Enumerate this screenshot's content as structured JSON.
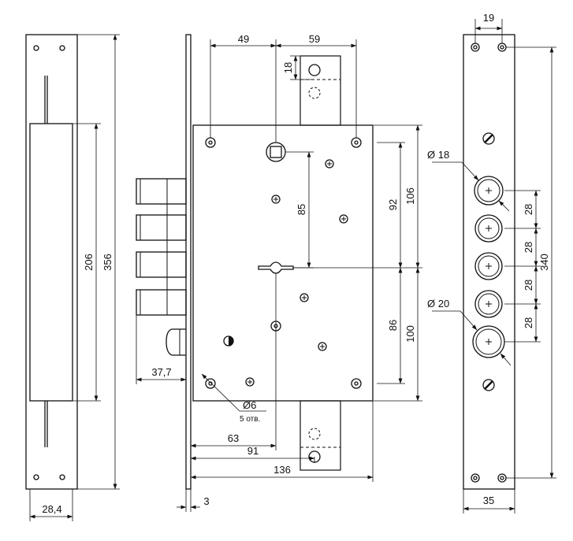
{
  "left_view": {
    "height": "356",
    "inner_height": "206",
    "width": "28,4"
  },
  "center_view": {
    "top_left": "49",
    "top_right": "59",
    "tab_top": "18",
    "center_vertical": "85",
    "left_offset": "37,7",
    "hole_dia": "Ø6",
    "hole_count": "5 отв.",
    "dist_63": "63",
    "dist_91": "91",
    "width_136": "136",
    "plate_thickness": "3",
    "right_92": "92",
    "right_106": "106",
    "right_86": "86",
    "right_100": "100"
  },
  "right_view": {
    "top_width": "19",
    "dia_18": "Ø 18",
    "dia_20": "Ø 20",
    "pitch": "28",
    "height_340": "340",
    "width_35": "35"
  }
}
